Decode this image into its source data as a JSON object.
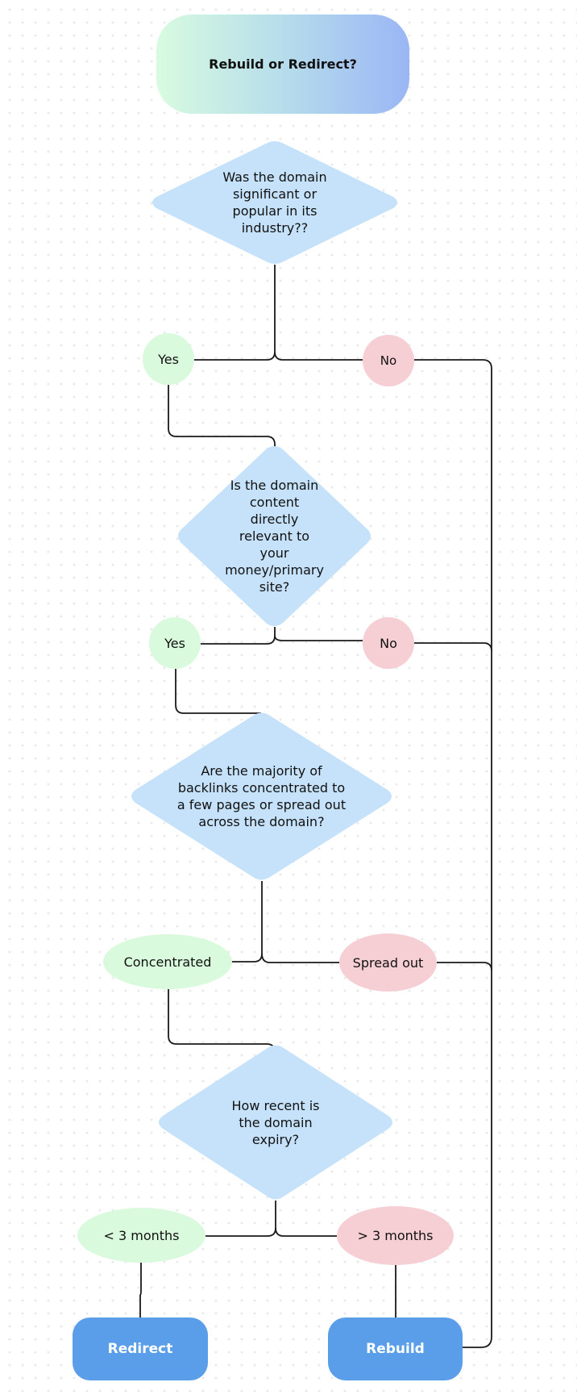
{
  "title": "Rebuild or Redirect?",
  "questions": {
    "q1": "Was the domain significant or popular in its industry??",
    "q2": "Is the domain content directly relevant to your money/primary site?",
    "q3": "Are the majority of backlinks concentrated to a few pages or spread out across the domain?",
    "q4": "How recent is the domain expiry?"
  },
  "answers": {
    "q1_yes": "Yes",
    "q1_no": "No",
    "q2_yes": "Yes",
    "q2_no": "No",
    "q3_yes": "Concentrated",
    "q3_no": "Spread out",
    "q4_yes": "< 3 months",
    "q4_no": "> 3 months"
  },
  "outcomes": {
    "redirect": "Redirect",
    "rebuild": "Rebuild"
  },
  "colors": {
    "title_gradient": [
      "#d8fbe0",
      "#b6ddeb",
      "#9bb6f5"
    ],
    "question_fill": "#c5e2fa",
    "yes_fill": "#dafadd",
    "no_fill": "#f6cfd5",
    "outcome_fill": "#5a9ee9",
    "connector": "#1a1a1a"
  }
}
